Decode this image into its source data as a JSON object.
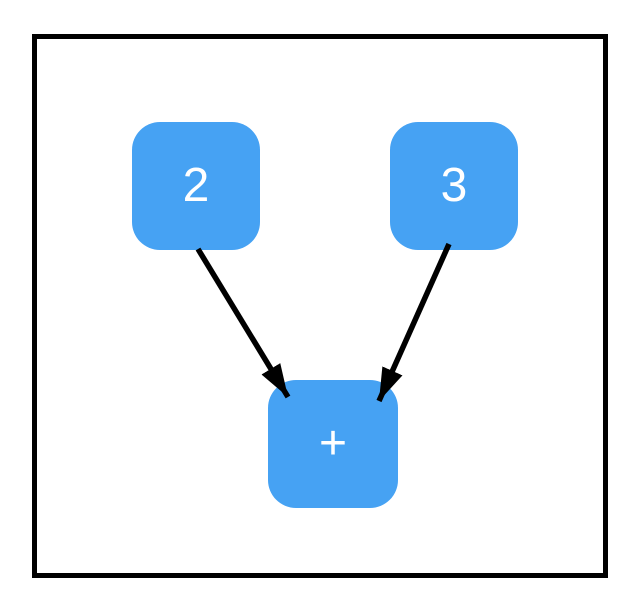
{
  "diagram": {
    "type": "expression-graph",
    "colors": {
      "background": "#ffffff",
      "frame": "#000000",
      "node_fill": "#46a2f3",
      "node_label": "#ffffff",
      "edge": "#000000"
    },
    "nodes": [
      {
        "id": "operand-2",
        "label": "2"
      },
      {
        "id": "operand-3",
        "label": "3"
      },
      {
        "id": "operator-plus",
        "label": "+"
      }
    ],
    "edges": [
      {
        "from": "operand-2",
        "to": "operator-plus"
      },
      {
        "from": "operand-3",
        "to": "operator-plus"
      }
    ]
  }
}
